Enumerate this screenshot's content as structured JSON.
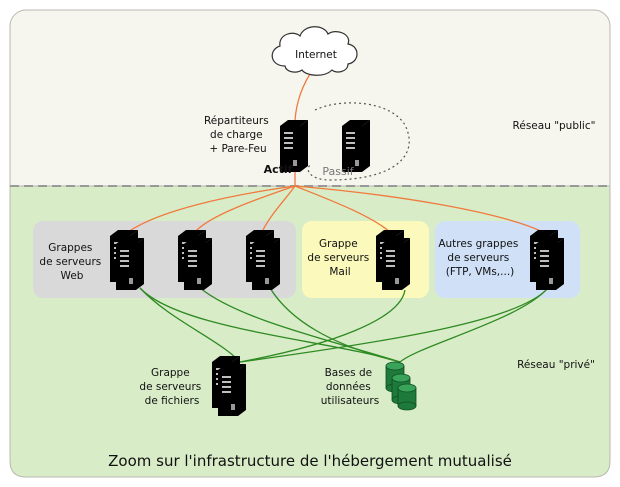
{
  "internet": {
    "label": "Internet"
  },
  "load_balancers": {
    "label": [
      "Répartiteurs",
      "de charge",
      "+ Pare-Feu"
    ],
    "active": "Actif",
    "passive": "Passif"
  },
  "zones": {
    "public": "Réseau \"public\"",
    "private": "Réseau \"privé\""
  },
  "groups": {
    "web": {
      "label": [
        "Grappes",
        "de serveurs",
        "Web"
      ]
    },
    "mail": {
      "label": [
        "Grappe",
        "de serveurs",
        "Mail"
      ]
    },
    "other": {
      "label": [
        "Autres grappes",
        "de serveurs",
        "(FTP, VMs,...)"
      ]
    }
  },
  "files": {
    "label": [
      "Grappe",
      "de serveurs",
      "de fichiers"
    ]
  },
  "databases": {
    "label": [
      "Bases de",
      "données",
      "utilisateurs"
    ]
  },
  "caption": "Zoom sur l'infrastructure de l'hébergement mutualisé",
  "colors": {
    "public_bg": "#f6f6ee",
    "private_bg": "#d9ecc8",
    "web_box": "#d9d9d9",
    "mail_box": "#fbfabc",
    "other_box": "#cfe0f7",
    "link_public": "#f07a3c",
    "link_private": "#2e8a22",
    "server_brown": "#7a6a5c",
    "server_teal": "#0f9e8e",
    "server_red": "#c11b24",
    "server_green": "#7ccb38",
    "server_orange": "#f36c22",
    "db_green": "#1d7a3a"
  }
}
